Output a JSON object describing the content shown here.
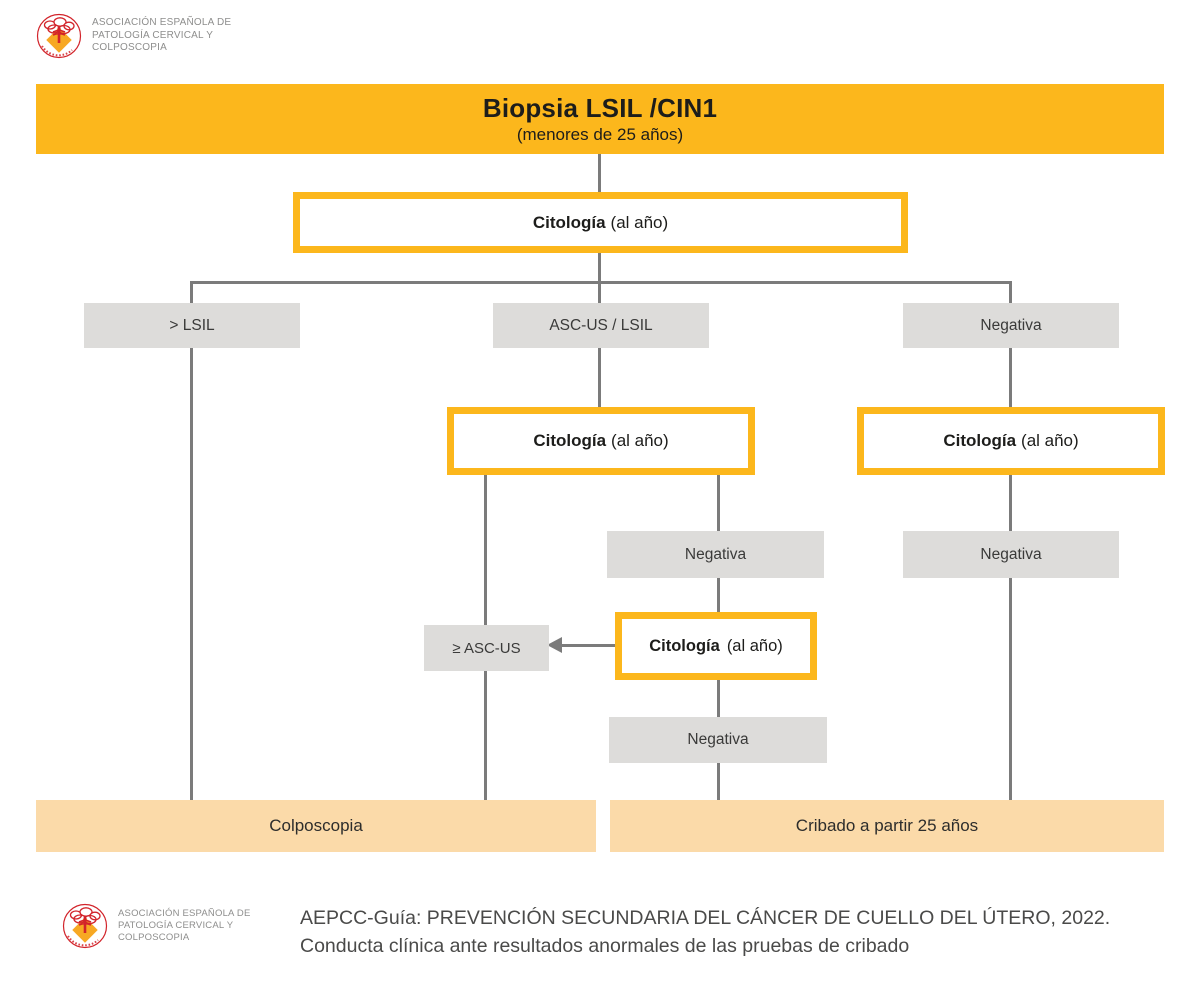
{
  "logo": {
    "org_lines": [
      "ASOCIACIÓN ESPAÑOLA DE",
      "PATOLOGÍA CERVICAL Y",
      "COLPOSCOPIA"
    ]
  },
  "header": {
    "title": "Biopsia LSIL /CIN1",
    "subtitle": "(menores de 25 años)"
  },
  "flowchart": {
    "cytology_top": {
      "bold": "Citología",
      "rest": "(al año)"
    },
    "branch_left": "> LSIL",
    "branch_center": "ASC-US / LSIL",
    "branch_right": "Negativa",
    "cytology_mid_left": {
      "bold": "Citología",
      "rest": "(al año)"
    },
    "cytology_mid_right": {
      "bold": "Citología",
      "rest": "(al año)"
    },
    "negative_mid_center": "Negativa",
    "negative_mid_right": "Negativa",
    "asc_us": "≥ ASC-US",
    "cytology_lower": {
      "bold": "Citología",
      "rest": "(al año)"
    },
    "negative_bottom": "Negativa",
    "outcome_left": "Colposcopia",
    "outcome_right": "Cribado a partir 25 años"
  },
  "footer": {
    "citation_line1": "AEPCC-Guía: PREVENCIÓN SECUNDARIA DEL CÁNCER DE CUELLO DEL ÚTERO, 2022.",
    "citation_line2": "Conducta clínica ante resultados anormales de las pruebas de cribado"
  },
  "colors": {
    "amber": "#FCB71C",
    "peach": "#FBDAA9",
    "gray_box": "#DDDCDA",
    "connector": "#7B7B7B",
    "logo_red": "#D2232A",
    "logo_orange": "#F7A823",
    "text_dark": "#1D1D1B",
    "text_gray": "#8E8E8D"
  }
}
